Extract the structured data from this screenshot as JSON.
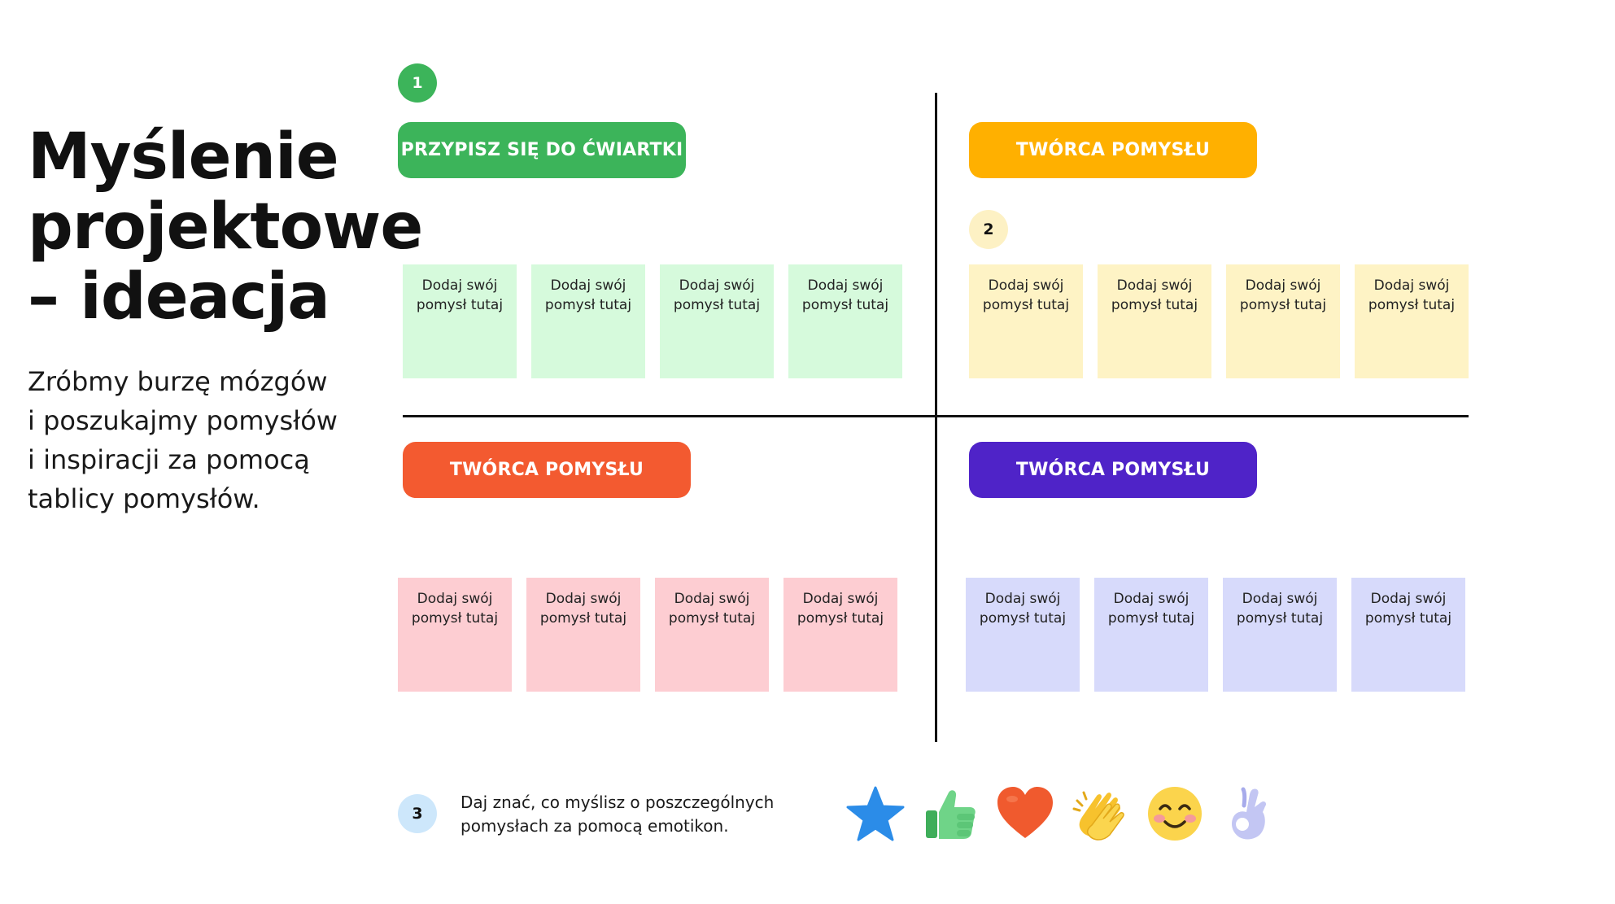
{
  "title": {
    "lines": [
      "Myślenie",
      "projektowe",
      "– ideacja"
    ]
  },
  "subtitle": {
    "lines": [
      "Zróbmy burzę mózgów",
      "i poszukajmy pomysłów",
      "i inspiracji za pomocą",
      "tablicy pomysłów."
    ]
  },
  "steps": [
    "1",
    "2",
    "3"
  ],
  "quadrants": {
    "top_left": {
      "label": "PRZYPISZ SIĘ DO ĆWIARTKI",
      "color": "#3cb45a",
      "note_color": "#d6fadc",
      "notes": [
        "Dodaj swój pomysł tutaj",
        "Dodaj swój pomysł tutaj",
        "Dodaj swój pomysł tutaj",
        "Dodaj swój pomysł tutaj"
      ]
    },
    "top_right": {
      "label": "TWÓRCA POMYSŁU",
      "color": "#ffb000",
      "note_color": "#fef3c5",
      "notes": [
        "Dodaj swój pomysł tutaj",
        "Dodaj swój pomysł tutaj",
        "Dodaj swój pomysł tutaj",
        "Dodaj swój pomysł tutaj"
      ]
    },
    "bottom_left": {
      "label": "TWÓRCA POMYSŁU",
      "color": "#f35a30",
      "note_color": "#fdcdd2",
      "notes": [
        "Dodaj swój pomysł tutaj",
        "Dodaj swój pomysł tutaj",
        "Dodaj swój pomysł tutaj",
        "Dodaj swój pomysł tutaj"
      ]
    },
    "bottom_right": {
      "label": "TWÓRCA POMYSŁU",
      "color": "#4f23c8",
      "note_color": "#d7dafb",
      "notes": [
        "Dodaj swój pomysł tutaj",
        "Dodaj swój pomysł tutaj",
        "Dodaj swój pomysł tutaj",
        "Dodaj swój pomysł tutaj"
      ]
    }
  },
  "hint": {
    "lines": [
      "Daj znać, co myślisz o poszczególnych",
      "pomysłach za pomocą emotikon."
    ]
  },
  "emojis": [
    "star-icon",
    "thumbs-up-icon",
    "heart-icon",
    "clapping-hands-icon",
    "smiling-face-icon",
    "ok-hand-icon"
  ]
}
